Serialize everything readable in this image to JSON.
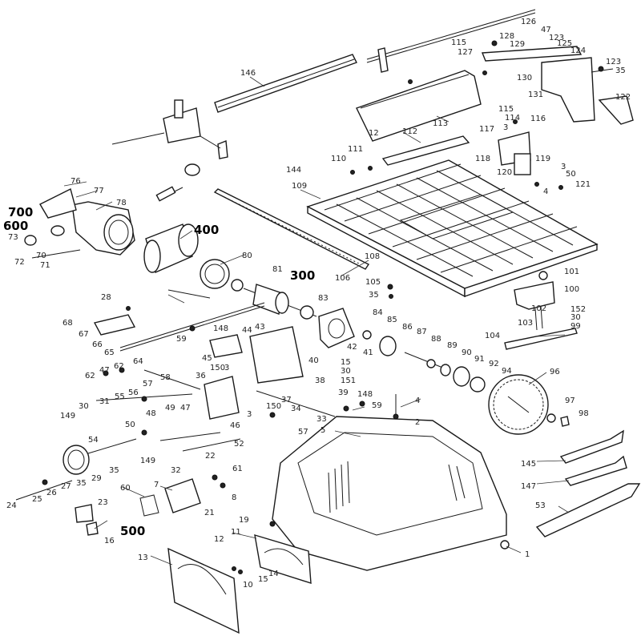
{
  "diagram": {
    "assemblies": [
      "700",
      "600",
      "400",
      "300",
      "500"
    ],
    "parts": [
      "126",
      "47",
      "123",
      "128",
      "129",
      "125",
      "115",
      "127",
      "124",
      "123",
      "35",
      "130",
      "131",
      "122",
      "146",
      "115",
      "114",
      "113",
      "117",
      "116",
      "112",
      "3",
      "12",
      "111",
      "110",
      "144",
      "118",
      "119",
      "120",
      "50",
      "121",
      "3",
      "4",
      "76",
      "77",
      "78",
      "109",
      "73",
      "72",
      "70",
      "71",
      "80",
      "81",
      "108",
      "106",
      "105",
      "35",
      "101",
      "100",
      "102",
      "103",
      "152",
      "30",
      "99",
      "104",
      "28",
      "68",
      "67",
      "66",
      "65",
      "148",
      "44",
      "43",
      "59",
      "45",
      "150",
      "3",
      "83",
      "84",
      "85",
      "86",
      "87",
      "88",
      "89",
      "90",
      "91",
      "92",
      "94",
      "96",
      "97",
      "98",
      "42",
      "41",
      "15",
      "30",
      "151",
      "40",
      "64",
      "62",
      "47",
      "62",
      "58",
      "36",
      "37",
      "38",
      "39",
      "148",
      "59",
      "57",
      "34",
      "33",
      "30",
      "31",
      "55",
      "56",
      "57",
      "49",
      "47",
      "48",
      "50",
      "149",
      "46",
      "150",
      "3",
      "4",
      "2",
      "5",
      "54",
      "149",
      "32",
      "52",
      "22",
      "35",
      "29",
      "27",
      "35",
      "25",
      "26",
      "24",
      "23",
      "61",
      "60",
      "21",
      "7",
      "8",
      "1",
      "145",
      "147",
      "53",
      "16",
      "19",
      "11",
      "12",
      "14",
      "15",
      "10",
      "13"
    ]
  }
}
